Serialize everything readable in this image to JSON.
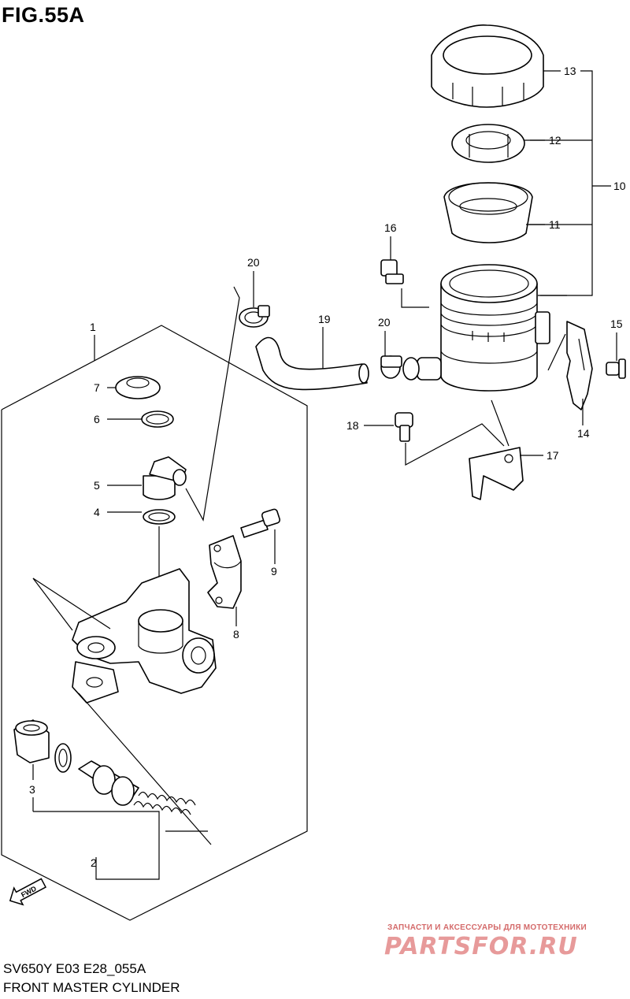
{
  "figure": {
    "title": "FIG.55A"
  },
  "callouts": {
    "p1": "1",
    "p2": "2",
    "p3": "3",
    "p4": "4",
    "p5": "5",
    "p6": "6",
    "p7": "7",
    "p8": "8",
    "p9": "9",
    "p10": "10",
    "p11": "11",
    "p12": "12",
    "p13": "13",
    "p14": "14",
    "p15": "15",
    "p16": "16",
    "p17": "17",
    "p18": "18",
    "p19": "19",
    "p20a": "20",
    "p20b": "20"
  },
  "fwd_label": "FWD",
  "footer": {
    "model_code": "SV650Y E03 E28_055A",
    "section_title": "FRONT MASTER CYLINDER"
  },
  "watermark": {
    "subtitle": "ЗАПЧАСТИ И АКСЕССУАРЫ ДЛЯ МОТОТЕХНИКИ",
    "logo": "PARTSFOR.RU"
  }
}
